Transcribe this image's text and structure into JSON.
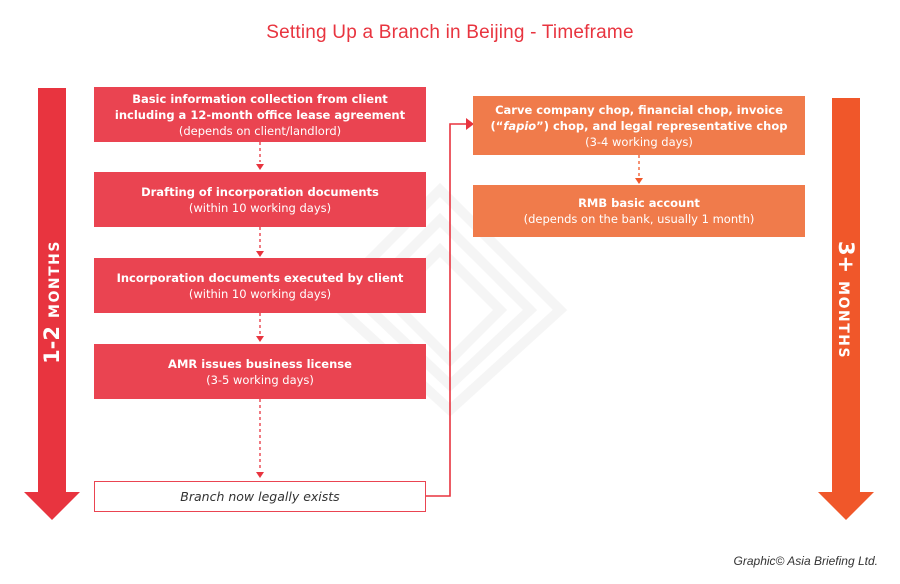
{
  "title": "Setting Up a Branch in Beijing - Timeframe",
  "left_phase": {
    "duration": "1-2",
    "unit": "MONTHS",
    "color": "#e8343f"
  },
  "right_phase": {
    "duration": "3+",
    "unit": "MONTHS",
    "color": "#f0572a"
  },
  "left_steps": [
    {
      "title": "Basic information collection from client including a 12-month office lease agreement",
      "detail": "(depends on client/landlord)"
    },
    {
      "title": "Drafting of incorporation documents",
      "detail": "(within 10 working days)"
    },
    {
      "title": "Incorporation documents executed by client",
      "detail": "(within 10 working days)"
    },
    {
      "title": "AMR issues business license",
      "detail": "(3-5 working days)"
    }
  ],
  "final_step": "Branch now legally exists",
  "right_steps": [
    {
      "title_before": "Carve company chop, financial chop, invoice (“",
      "title_em": "fapio",
      "title_after": "”) chop, and legal representative chop",
      "detail": "(3-4 working days)"
    },
    {
      "title": "RMB basic account",
      "detail": "(depends on the bank, usually 1 month)"
    }
  ],
  "credit": "Graphic© Asia Briefing Ltd.",
  "colors": {
    "red_box": "#ea4451",
    "orange_box": "#f07b4b"
  }
}
